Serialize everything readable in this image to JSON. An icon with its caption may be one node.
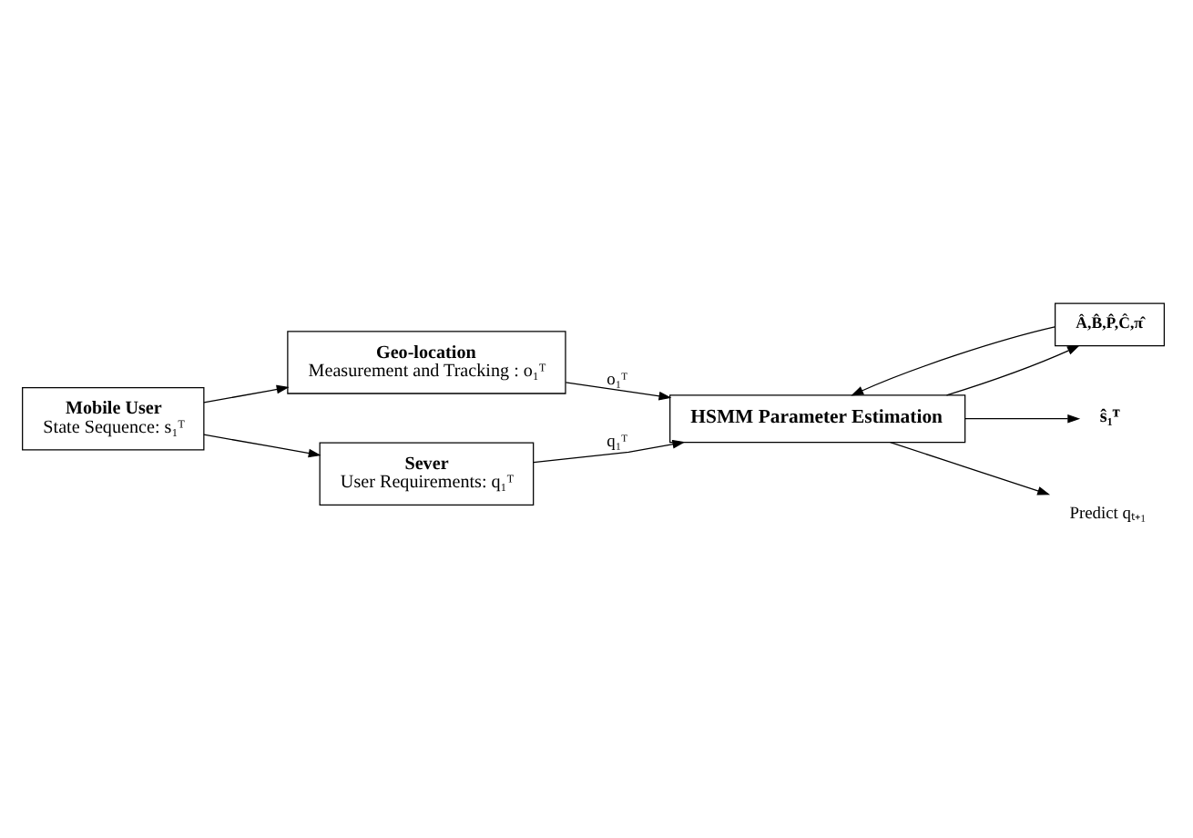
{
  "diagram": {
    "nodes": [
      {
        "text": [
          "Mobile User",
          "State Sequence: s₁ᵀ"
        ]
      },
      {
        "text": [
          "Geo-location",
          "Measurement and Tracking : o₁ᵀ"
        ]
      },
      {
        "text": [
          "Sever",
          "User Requirements: q₁ᵀ"
        ]
      },
      {
        "text": [
          "HSMM Parameter Estimation"
        ]
      },
      {
        "text": [
          "Â,B̂,P̂,Ĉ,π̂"
        ]
      },
      {
        "text": [
          "ŝ₁ᵀ"
        ]
      },
      {
        "text": [
          "Predict qₜ₊₁"
        ]
      }
    ],
    "edges": [
      {
        "from": 0,
        "to": 1,
        "arrow": "to"
      },
      {
        "from": 0,
        "to": 2,
        "arrow": "to"
      },
      {
        "from": 1,
        "to": 3,
        "arrow": "to",
        "label": "o₁ᵀ"
      },
      {
        "from": 2,
        "to": 3,
        "arrow": "to",
        "label": "q₁ᵀ"
      },
      {
        "from": 3,
        "to": 4,
        "arrow": "to"
      },
      {
        "from": 4,
        "to": 3,
        "arrow": "to"
      },
      {
        "from": 3,
        "to": 5,
        "arrow": "to"
      },
      {
        "from": 3,
        "to": 6,
        "arrow": "to"
      }
    ]
  }
}
